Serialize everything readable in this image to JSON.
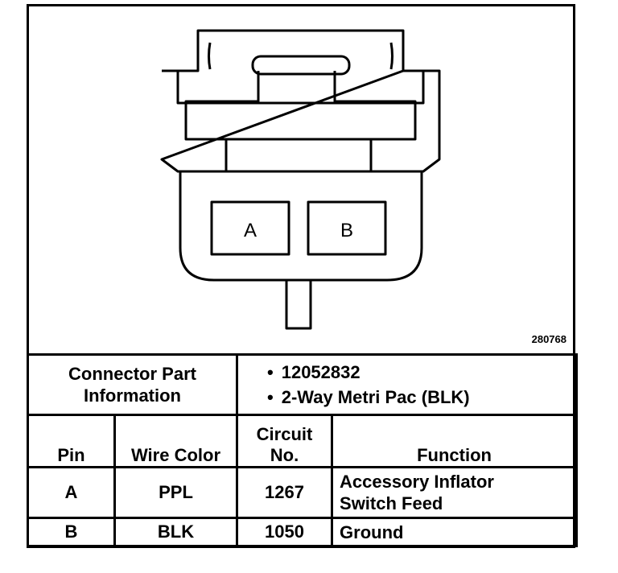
{
  "diagram": {
    "figure_id": "280768",
    "pins": [
      {
        "label": "A"
      },
      {
        "label": "B"
      }
    ]
  },
  "connector_info": {
    "label_line1": "Connector Part",
    "label_line2": "Information",
    "part_number": "12052832",
    "description": "2-Way Metri Pac (BLK)"
  },
  "table": {
    "headers": {
      "pin": "Pin",
      "wire_color": "Wire Color",
      "circuit_line1": "Circuit",
      "circuit_line2": "No.",
      "function": "Function"
    },
    "rows": [
      {
        "pin": "A",
        "wire_color": "PPL",
        "circuit": "1267",
        "function_line1": "Accessory Inflator",
        "function_line2": "Switch Feed"
      },
      {
        "pin": "B",
        "wire_color": "BLK",
        "circuit": "1050",
        "function_line1": "Ground",
        "function_line2": ""
      }
    ]
  }
}
